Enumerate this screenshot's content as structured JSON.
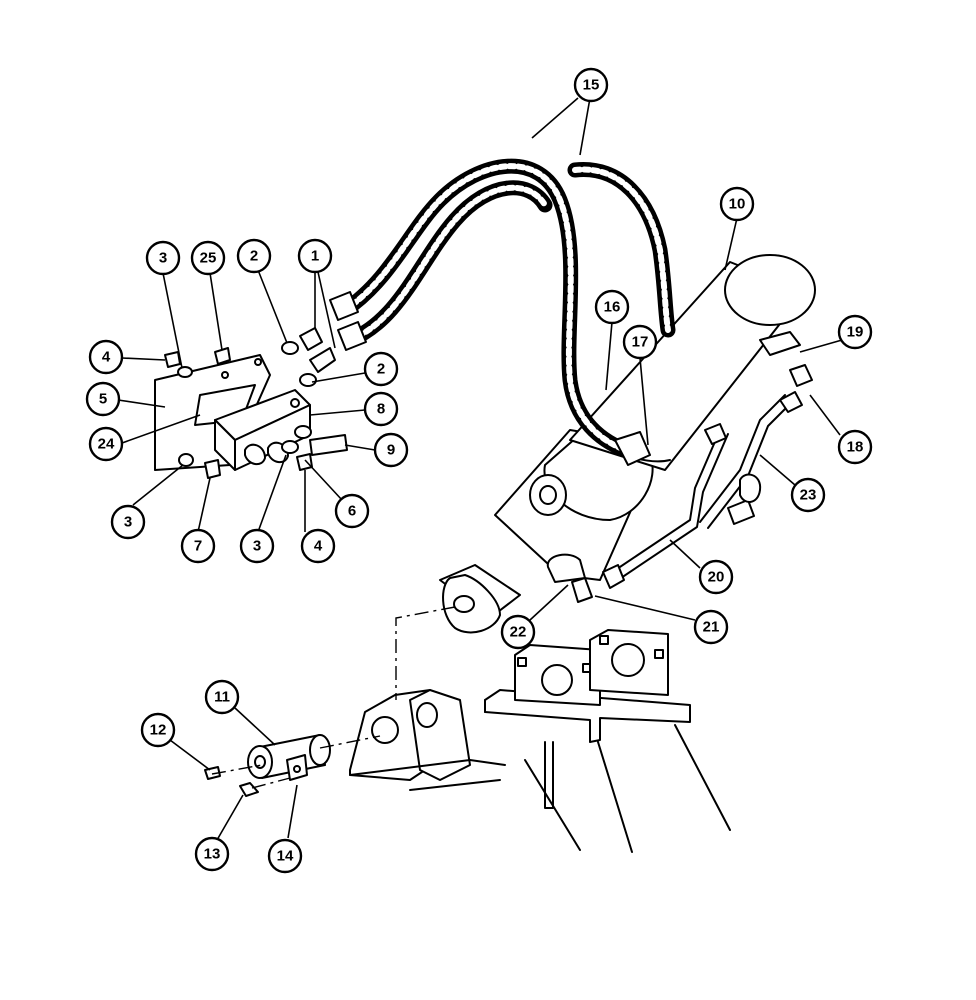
{
  "callouts": [
    {
      "id": "c1",
      "label": "1"
    },
    {
      "id": "c2a",
      "label": "2"
    },
    {
      "id": "c2b",
      "label": "2"
    },
    {
      "id": "c3a",
      "label": "3"
    },
    {
      "id": "c3b",
      "label": "3"
    },
    {
      "id": "c3c",
      "label": "3"
    },
    {
      "id": "c4a",
      "label": "4"
    },
    {
      "id": "c4b",
      "label": "4"
    },
    {
      "id": "c5",
      "label": "5"
    },
    {
      "id": "c6",
      "label": "6"
    },
    {
      "id": "c7",
      "label": "7"
    },
    {
      "id": "c8",
      "label": "8"
    },
    {
      "id": "c9",
      "label": "9"
    },
    {
      "id": "c10",
      "label": "10"
    },
    {
      "id": "c11",
      "label": "11"
    },
    {
      "id": "c12",
      "label": "12"
    },
    {
      "id": "c13",
      "label": "13"
    },
    {
      "id": "c14",
      "label": "14"
    },
    {
      "id": "c15",
      "label": "15"
    },
    {
      "id": "c16",
      "label": "16"
    },
    {
      "id": "c17",
      "label": "17"
    },
    {
      "id": "c18",
      "label": "18"
    },
    {
      "id": "c19",
      "label": "19"
    },
    {
      "id": "c20",
      "label": "20"
    },
    {
      "id": "c21",
      "label": "21"
    },
    {
      "id": "c22",
      "label": "22"
    },
    {
      "id": "c23",
      "label": "23"
    },
    {
      "id": "c24",
      "label": "24"
    },
    {
      "id": "c25",
      "label": "25"
    }
  ]
}
